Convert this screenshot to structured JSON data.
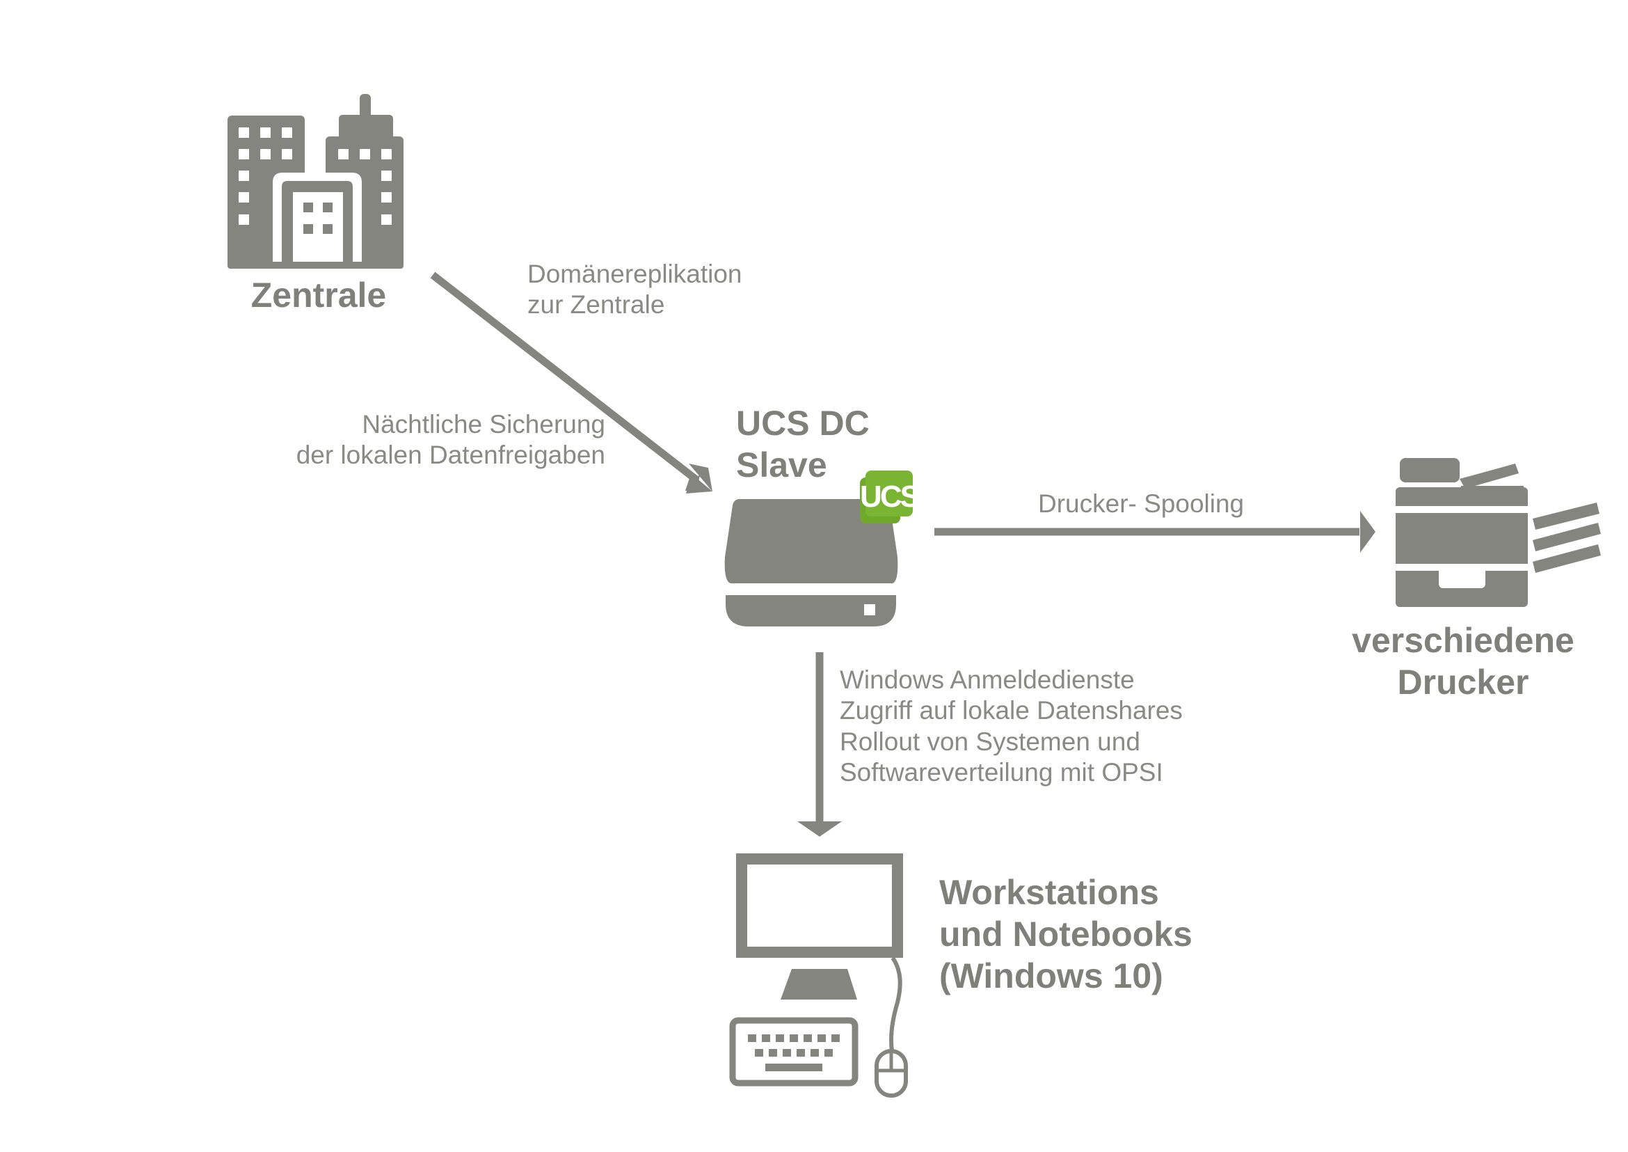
{
  "colors": {
    "icon_gray": "#858580",
    "ucs_green": "#7ab433",
    "background": "#ffffff"
  },
  "nodes": {
    "zentrale": {
      "label": "Zentrale",
      "icon": "office-buildings-icon"
    },
    "ucs_server": {
      "label_lines": [
        "UCS DC",
        "Slave"
      ],
      "icon": "server-icon",
      "badge": "UCS"
    },
    "drucker": {
      "label_lines": [
        "verschiedene",
        "Drucker"
      ],
      "icon": "printer-icon"
    },
    "workstations": {
      "label_lines": [
        "Workstations",
        "und Notebooks",
        "(Windows 10)"
      ],
      "icon": "desktop-computer-icon"
    }
  },
  "edges": {
    "replication": {
      "label_lines": [
        "Domänereplikation",
        "zur Zentrale"
      ]
    },
    "backup": {
      "label_lines": [
        "Nächtliche Sicherung",
        "der lokalen Datenfreigaben"
      ]
    },
    "spooling": {
      "label": "Drucker- Spooling"
    },
    "services": {
      "label_lines": [
        "Windows Anmeldedienste",
        "Zugriff auf lokale Datenshares",
        "Rollout von Systemen und",
        "Softwareverteilung mit OPSI"
      ]
    }
  }
}
